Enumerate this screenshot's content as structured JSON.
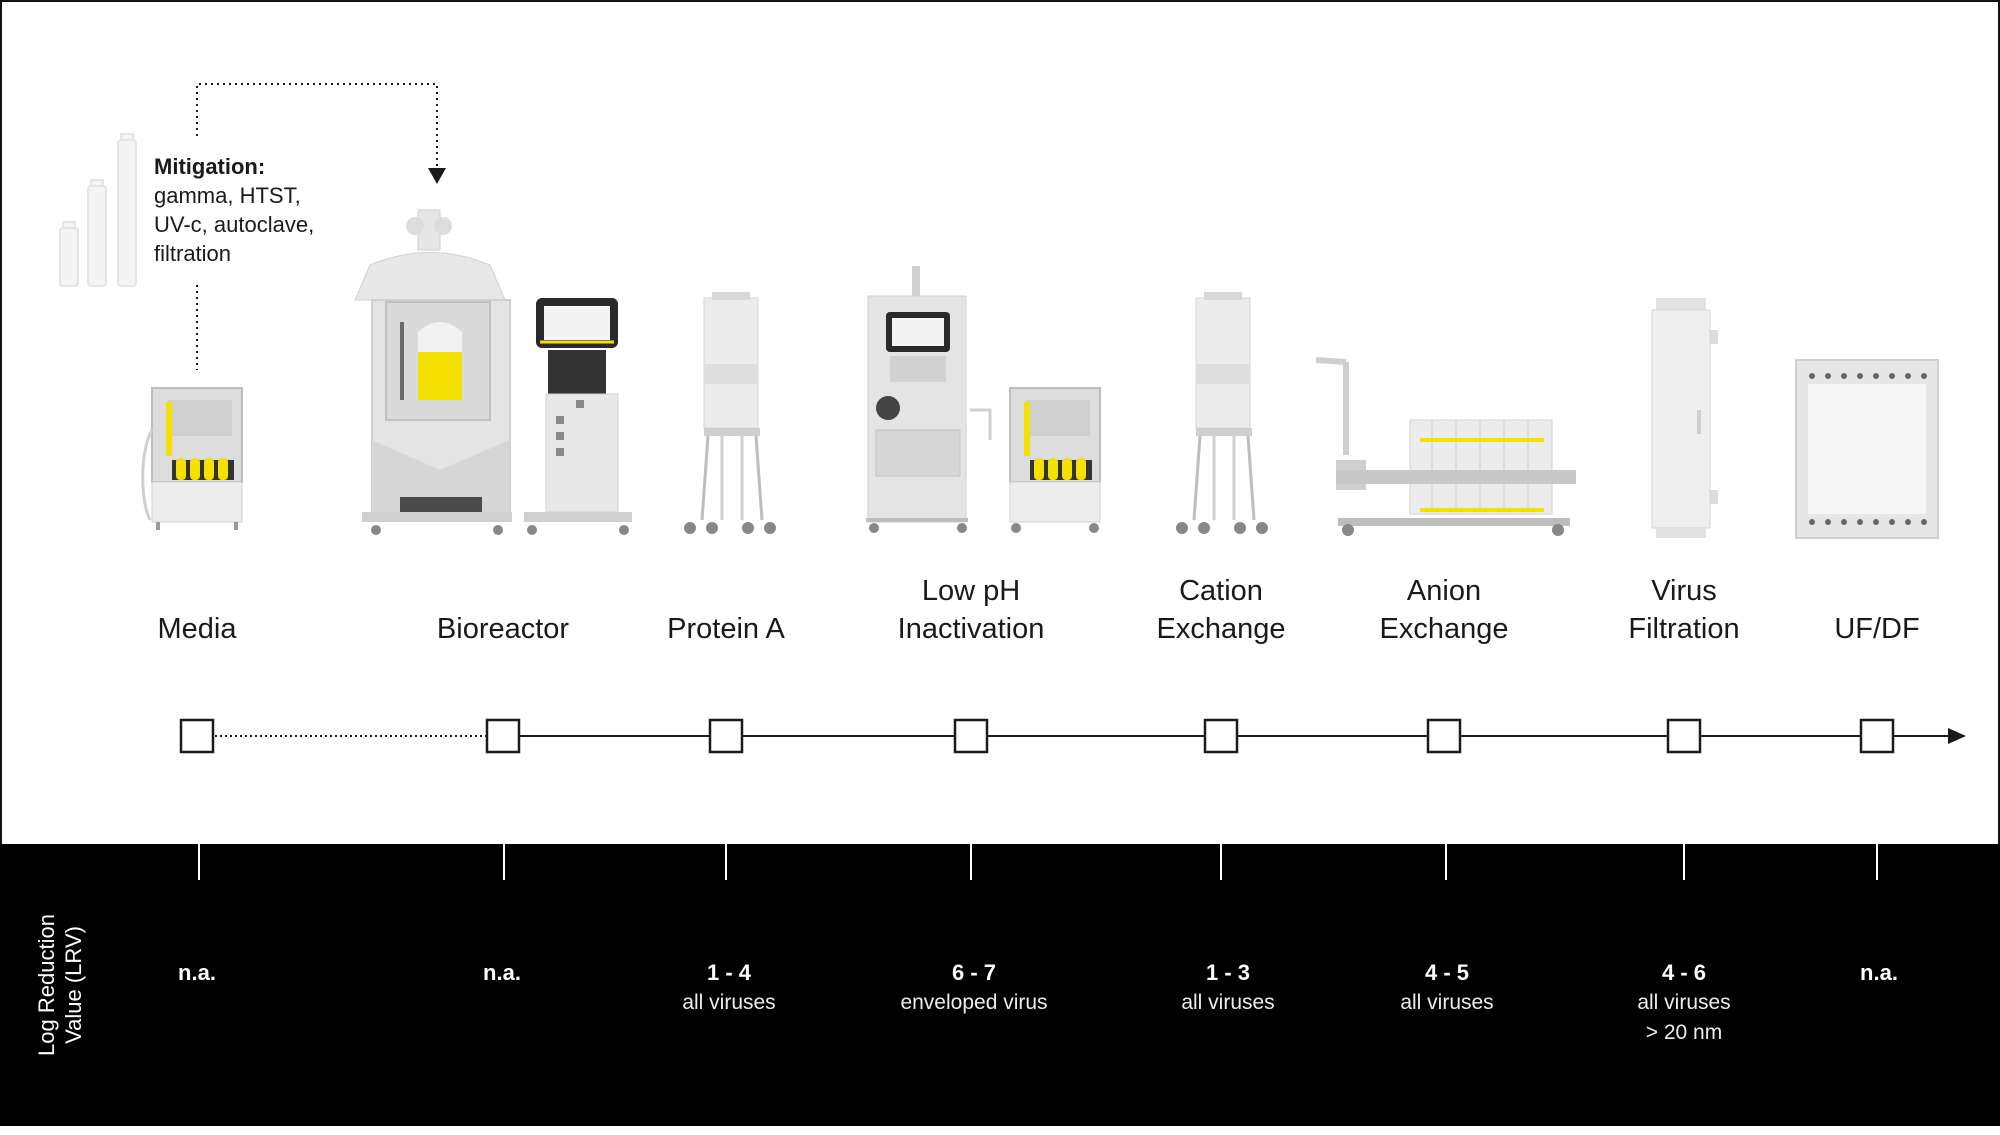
{
  "mitigation": {
    "title": "Mitigation:",
    "lines": [
      "gamma, HTST,",
      "UV-c, autoclave,",
      "filtration"
    ]
  },
  "steps": [
    {
      "id": "media",
      "label": [
        "Media"
      ],
      "lrv_value": "n.a.",
      "lrv_desc": []
    },
    {
      "id": "bioreactor",
      "label": [
        "Bioreactor"
      ],
      "lrv_value": "n.a.",
      "lrv_desc": []
    },
    {
      "id": "protein-a",
      "label": [
        "Protein  A"
      ],
      "lrv_value": "1 - 4",
      "lrv_desc": [
        "all viruses"
      ]
    },
    {
      "id": "low-ph",
      "label": [
        "Low pH",
        "Inactivation"
      ],
      "lrv_value": "6 - 7",
      "lrv_desc": [
        "enveloped virus"
      ]
    },
    {
      "id": "cation",
      "label": [
        "Cation",
        "Exchange"
      ],
      "lrv_value": "1 - 3",
      "lrv_desc": [
        "all viruses"
      ]
    },
    {
      "id": "anion",
      "label": [
        "Anion",
        "Exchange"
      ],
      "lrv_value": "4 - 5",
      "lrv_desc": [
        "all viruses"
      ]
    },
    {
      "id": "virus-filtration",
      "label": [
        "Virus",
        "Filtration"
      ],
      "lrv_value": "4 - 6",
      "lrv_desc": [
        "all viruses",
        "> 20 nm"
      ]
    },
    {
      "id": "uf-df",
      "label": [
        "UF/DF"
      ],
      "lrv_value": "n.a.",
      "lrv_desc": []
    }
  ],
  "lrv_axis_label": [
    "Log Reduction",
    "Value (LRV)"
  ],
  "colors": {
    "accent": "#f5e100",
    "equipment": "#e4e4e4",
    "dark": "#1a1a1a",
    "band": "#000000"
  }
}
